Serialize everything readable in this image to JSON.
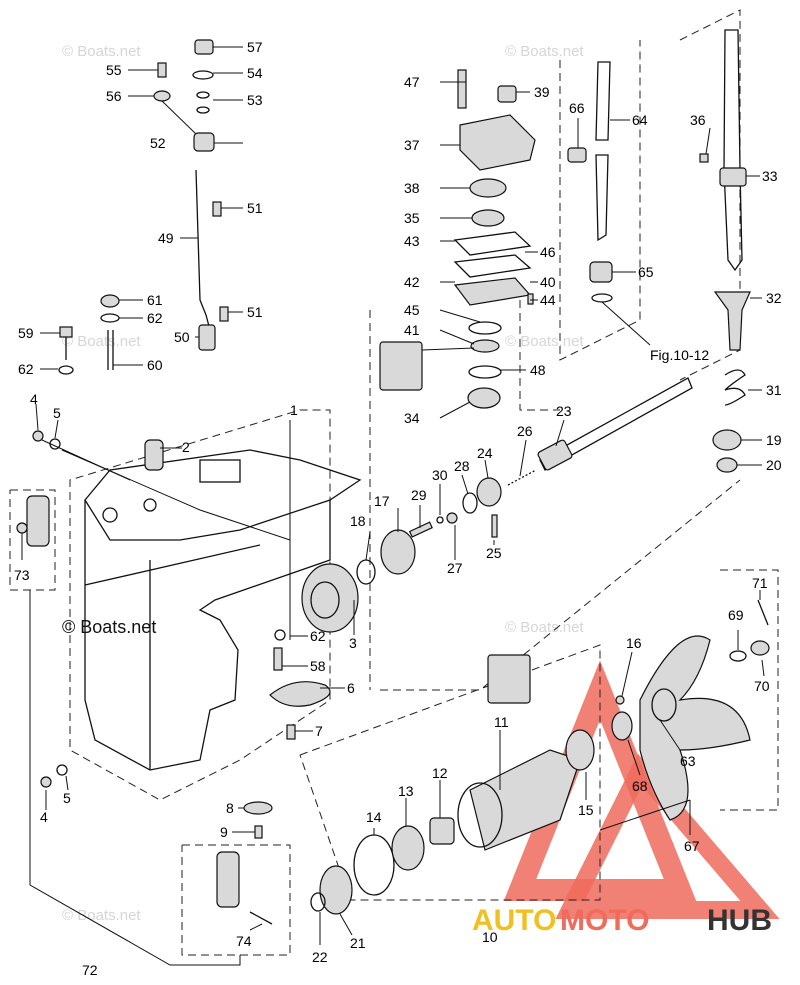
{
  "watermarks": {
    "site": "© Boats.net",
    "site_main": "© Boats.net",
    "brand_part1": "AUTO",
    "brand_part2": "MOTO",
    "brand_part3": "HUB"
  },
  "figure_reference": "Fig.10-12",
  "colors": {
    "line": "#111111",
    "watermark": "#d6d6d6",
    "logo_red": "#ef6b5c",
    "logo_yellow": "#f0c020",
    "logo_dark": "#333333"
  },
  "callouts": {
    "n1": "1",
    "n2": "2",
    "n3": "3",
    "n4a": "4",
    "n4b": "4",
    "n5a": "5",
    "n5b": "5",
    "n6": "6",
    "n7": "7",
    "n8": "8",
    "n9": "9",
    "n10": "10",
    "n11": "11",
    "n12": "12",
    "n13": "13",
    "n14": "14",
    "n15": "15",
    "n16": "16",
    "n17": "17",
    "n18": "18",
    "n19": "19",
    "n20": "20",
    "n21": "21",
    "n22": "22",
    "n23": "23",
    "n24": "24",
    "n25": "25",
    "n26": "26",
    "n27": "27",
    "n28": "28",
    "n29": "29",
    "n30": "30",
    "n31": "31",
    "n32": "32",
    "n33": "33",
    "n34": "34",
    "n35": "35",
    "n36": "36",
    "n37": "37",
    "n38": "38",
    "n39": "39",
    "n40": "40",
    "n41": "41",
    "n42": "42",
    "n43": "43",
    "n44": "44",
    "n45": "45",
    "n46": "46",
    "n47": "47",
    "n48": "48",
    "n49": "49",
    "n50": "50",
    "n51a": "51",
    "n51b": "51",
    "n52": "52",
    "n53": "53",
    "n54": "54",
    "n55": "55",
    "n56": "56",
    "n57": "57",
    "n58": "58",
    "n59": "59",
    "n60": "60",
    "n61": "61",
    "n62a": "62",
    "n62b": "62",
    "n62c": "62",
    "n63": "63",
    "n64": "64",
    "n65": "65",
    "n66": "66",
    "n67": "67",
    "n68": "68",
    "n69": "69",
    "n70": "70",
    "n71": "71",
    "n72": "72",
    "n73": "73",
    "n74": "74"
  }
}
